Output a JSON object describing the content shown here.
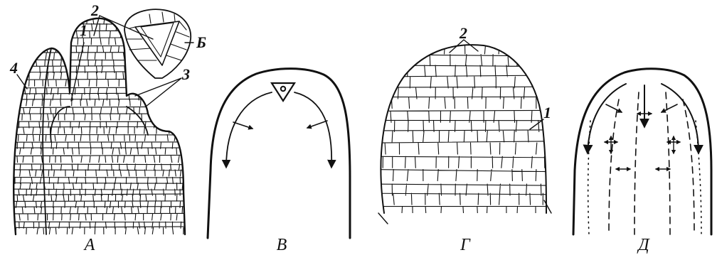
{
  "panels": [
    {
      "id": "A",
      "caption": "А",
      "labels": [
        "1",
        "2",
        "3",
        "4",
        "Б"
      ]
    },
    {
      "id": "B",
      "caption": "В"
    },
    {
      "id": "G",
      "caption": "Г",
      "labels": [
        "2",
        "1"
      ]
    },
    {
      "id": "D",
      "caption": "Д"
    }
  ],
  "colors": {
    "ink": "#111111",
    "background": "#ffffff"
  }
}
